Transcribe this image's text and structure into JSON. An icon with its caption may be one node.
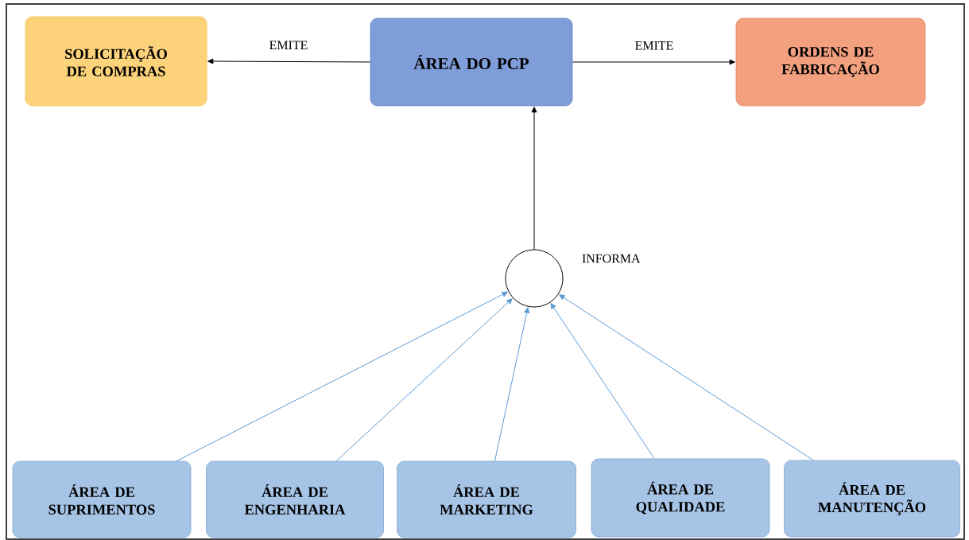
{
  "diagram": {
    "nodes": [
      {
        "text": [
          "SOLICITAÇÃO DE COMPRAS"
        ]
      },
      {
        "text": [
          "ÁREA DO PCP"
        ]
      },
      {
        "text": [
          "ORDENS DE FABRICAÇÃO"
        ]
      },
      {
        "text": [],
        "shape": "circle",
        "beside": [
          "INFORMA"
        ]
      },
      {
        "text": [
          "ÁREA DE SUPRIMENTOS"
        ]
      },
      {
        "text": [
          "ÁREA DE ENGENHARIA"
        ]
      },
      {
        "text": [
          "ÁREA DE MARKETING"
        ]
      },
      {
        "text": [
          "ÁREA DE QUALIDADE"
        ]
      },
      {
        "text": [
          "ÁREA DE MANUTENÇÃO"
        ]
      }
    ],
    "edges": [
      {
        "from": 1,
        "to": 0,
        "arrow": "to",
        "label": "EMITE",
        "color": "#000000"
      },
      {
        "from": 1,
        "to": 2,
        "arrow": "to",
        "label": "EMITE",
        "color": "#000000"
      },
      {
        "from": 3,
        "to": 1,
        "arrow": "to",
        "color": "#000000"
      },
      {
        "from": 4,
        "to": 3,
        "arrow": "to",
        "color": "#5b9bd5"
      },
      {
        "from": 5,
        "to": 3,
        "arrow": "to",
        "color": "#5b9bd5"
      },
      {
        "from": 6,
        "to": 3,
        "arrow": "to",
        "color": "#5b9bd5"
      },
      {
        "from": 7,
        "to": 3,
        "arrow": "to",
        "color": "#5b9bd5"
      },
      {
        "from": 8,
        "to": 3,
        "arrow": "to",
        "color": "#5b9bd5"
      }
    ]
  }
}
